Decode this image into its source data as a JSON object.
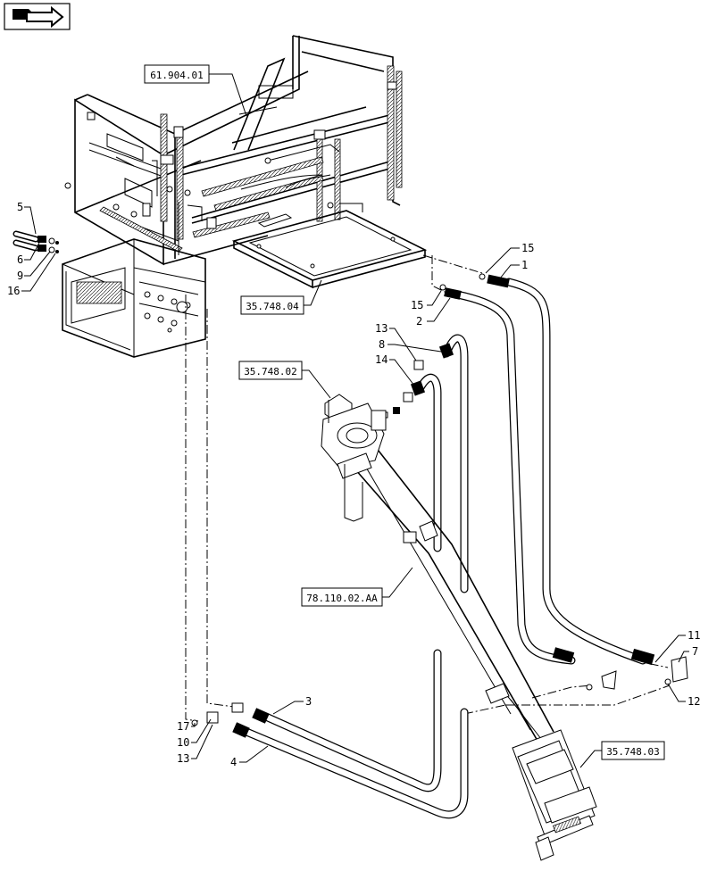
{
  "nav_icon": "page-arrow-icon",
  "ref_labels": {
    "frame": "61.904.01",
    "tray": "35.748.04",
    "cylinder": "35.748.02",
    "auger": "78.110.02.AA",
    "bottom": "35.748.03"
  },
  "callouts": {
    "left_5": "5",
    "left_6": "6",
    "left_9": "9",
    "left_16": "16",
    "right_15_top": "15",
    "right_1": "1",
    "right_15_mid": "15",
    "right_2": "2",
    "mid_13": "13",
    "mid_8": "8",
    "mid_14": "14",
    "bot_17": "17",
    "bot_10": "10",
    "bot_13": "13",
    "bot_3": "3",
    "bot_4": "4",
    "right_11": "11",
    "right_7": "7",
    "right_12": "12"
  }
}
